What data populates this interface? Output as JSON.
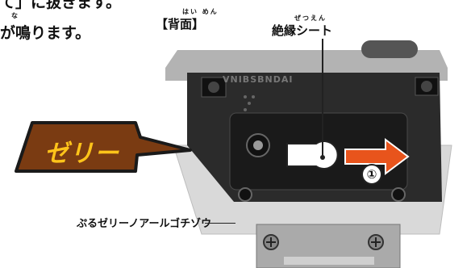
{
  "header": {
    "line1": "て」に抜きます。",
    "line2_ruby": "な",
    "line2": "が鳴ります。"
  },
  "back_view": {
    "ruby": "はい めん",
    "label": "【背面】"
  },
  "insulation_sheet": {
    "ruby": "ぜつえん",
    "label": "絶縁シート"
  },
  "jelly_label": "ゼリー",
  "step_number": "①",
  "bottom_label": "ぷるゼリーノアールゴチゾウ",
  "device_embossed_text": "VNIBSBNDAI",
  "colors": {
    "bubble_fill": "#7a3b12",
    "bubble_border": "#1a1a1a",
    "bubble_text": "#ffc41a",
    "arrow": "#e8541c",
    "device_dark": "#2b2b2b"
  }
}
